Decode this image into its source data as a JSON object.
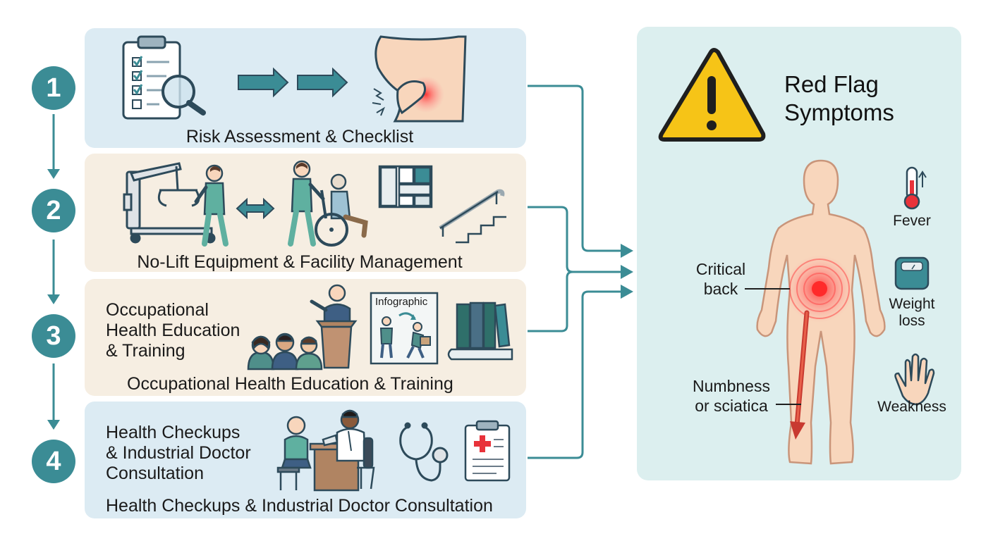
{
  "steps": [
    {
      "number": "1",
      "caption": "Risk Assessment & Checklist"
    },
    {
      "number": "2",
      "caption": "No-Lift Equipment & Facility Management"
    },
    {
      "number": "3",
      "side_text": "Occupational\nHealth Education\n& Training",
      "caption": "Occupational Health Education & Training",
      "infographic_label": "Infographic"
    },
    {
      "number": "4",
      "side_text": "Health Checkups\n& Industrial Doctor\nConsultation",
      "caption": "Health Checkups & Industrial Doctor Consultation"
    }
  ],
  "red_flag": {
    "title": "Red Flag\nSymptoms",
    "body_labels": {
      "critical_back": "Critical\nback",
      "numbness": "Numbness\nor sciatica"
    },
    "symptoms": [
      {
        "label": "Fever",
        "icon": "thermometer-icon"
      },
      {
        "label": "Weight\nloss",
        "icon": "scale-icon"
      },
      {
        "label": "Weakness",
        "icon": "hand-icon"
      }
    ]
  },
  "colors": {
    "teal": "#3b8c95",
    "blue_panel": "#dcebf3",
    "beige_panel": "#f6eee2",
    "red_flag_panel": "#dcefef",
    "warning_yellow": "#f6c417",
    "pain_red": "#e8323a",
    "skin": "#f8d6bc"
  }
}
